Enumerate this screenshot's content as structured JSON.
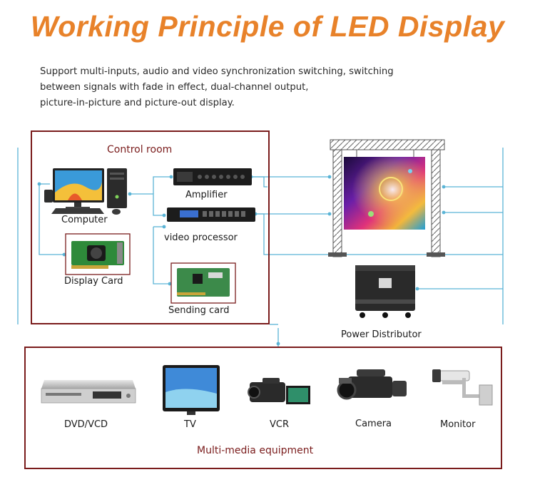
{
  "title": "Working Principle of LED Display",
  "description": [
    "Support multi-inputs, audio and video synchronization switching, switching",
    "between signals with fade in effect, dual-channel output,",
    "picture-in-picture and picture-out display."
  ],
  "control_room": {
    "title": "Control room",
    "computer": "Computer",
    "display_card": "Display Card",
    "amplifier": "Amplifier",
    "video_processor": "video processor",
    "sending_card": "Sending card"
  },
  "power_distributor": "Power Distributor",
  "multimedia": {
    "title": "Multi-media equipment",
    "items": [
      "DVD/VCD",
      "TV",
      "VCR",
      "Camera",
      "Monitor"
    ]
  },
  "colors": {
    "title": "#e8822a",
    "box_border": "#7a1c1c",
    "line": "#5ab4d6"
  }
}
